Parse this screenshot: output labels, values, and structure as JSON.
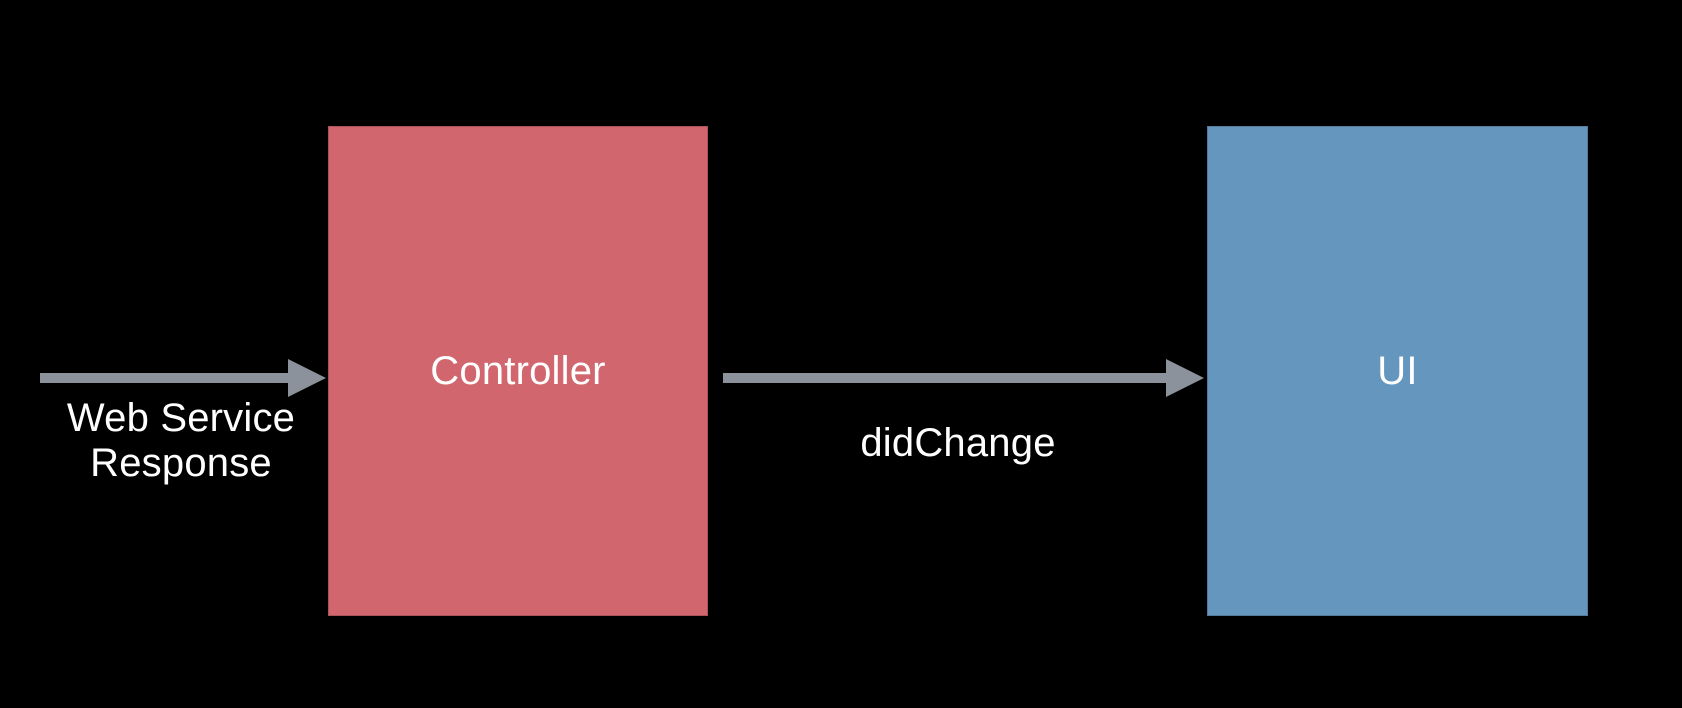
{
  "colors": {
    "background": "#000000",
    "controller_fill": "#d1666e",
    "ui_fill": "#6496be",
    "arrow": "#8b929b",
    "label_text": "#ffffff"
  },
  "nodes": {
    "controller": {
      "label": "Controller"
    },
    "ui": {
      "label": "UI"
    }
  },
  "edges": {
    "web_service": {
      "label": "Web Service Response"
    },
    "did_change": {
      "label": "didChange"
    }
  }
}
